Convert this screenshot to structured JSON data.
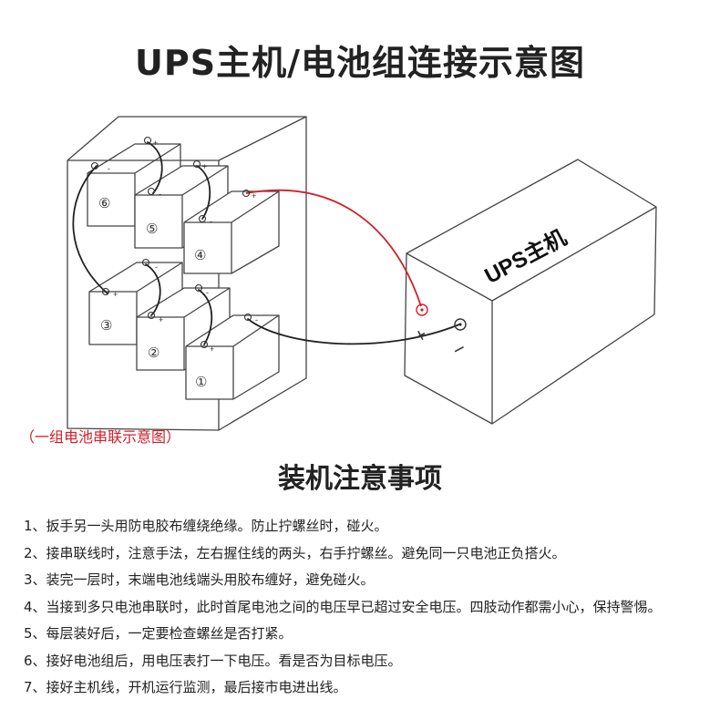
{
  "title": "UPS主机/电池组连接示意图",
  "ups_label": "UPS主机",
  "ups_terminals": {
    "positive": "+",
    "negative": "−"
  },
  "battery_cells": [
    {
      "num": "⑥",
      "pos": "+",
      "neg": "-"
    },
    {
      "num": "⑤",
      "pos": "+",
      "neg": "-"
    },
    {
      "num": "④",
      "pos": "+",
      "neg": "-"
    },
    {
      "num": "③",
      "pos": "+",
      "neg": "-"
    },
    {
      "num": "②",
      "pos": "+",
      "neg": "-"
    },
    {
      "num": "①",
      "pos": "+",
      "neg": "-"
    }
  ],
  "caption": "（一组电池串联示意图）",
  "notes_title": "装机注意事项",
  "notes": [
    "1、扳手另一头用防电胶布缠绕绝缘。防止拧螺丝时，碰火。",
    "2、接串联线时，注意手法，左右握住线的两头，右手拧螺丝。避免同一只电池正负搭火。",
    "3、装完一层时，末端电池线端头用胶布缠好，避免碰火。",
    "4、当接到多只电池串联时，此时首尾电池之间的电压早已超过安全电压。四肢动作都需小心，保持警惕。",
    "5、每层装好后，一定要检查螺丝是否打紧。",
    "6、接好电池组后，用电压表打一下电压。看是否为目标电压。",
    "7、接好主机线，开机运行监测，最后接市电进出线。"
  ],
  "colors": {
    "wire_positive": "#d0202a",
    "wire_series": "#222222",
    "caption": "#d0202a"
  }
}
